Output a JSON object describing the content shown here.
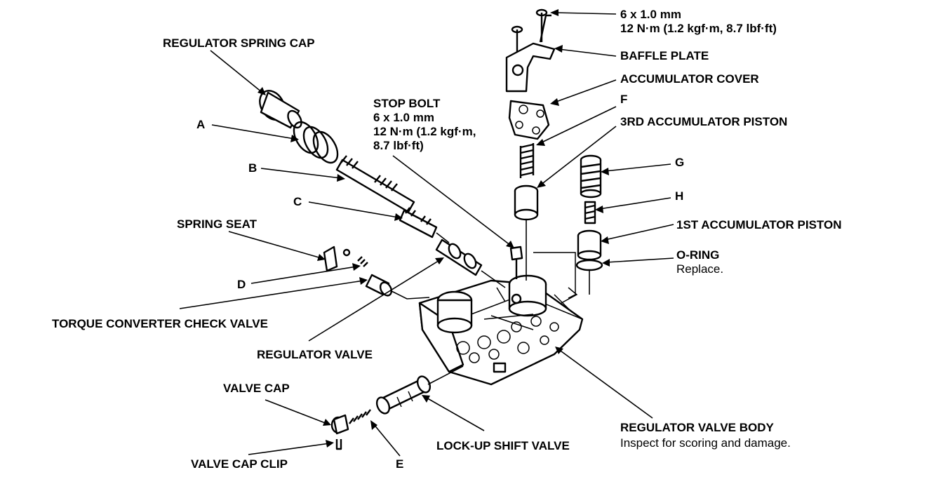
{
  "labels": {
    "bolt_spec_top_size": "6 x 1.0 mm",
    "bolt_spec_top_torque": "12 N·m (1.2 kgf·m, 8.7 lbf·ft)",
    "baffle_plate": "BAFFLE PLATE",
    "accumulator_cover": "ACCUMULATOR COVER",
    "f": "F",
    "third_accumulator_piston": "3RD ACCUMULATOR PISTON",
    "g": "G",
    "h": "H",
    "first_accumulator_piston": "1ST ACCUMULATOR PISTON",
    "o_ring": "O-RING",
    "o_ring_note": "Replace.",
    "regulator_spring_cap": "REGULATOR SPRING CAP",
    "a": "A",
    "b": "B",
    "c": "C",
    "stop_bolt": "STOP BOLT",
    "stop_bolt_size": "6 x 1.0 mm",
    "stop_bolt_torque_1": "12 N·m (1.2 kgf·m,",
    "stop_bolt_torque_2": "8.7 lbf·ft)",
    "spring_seat": "SPRING SEAT",
    "d": "D",
    "torque_converter_check_valve": "TORQUE CONVERTER CHECK VALVE",
    "regulator_valve": "REGULATOR VALVE",
    "valve_cap": "VALVE CAP",
    "regulator_valve_body": "REGULATOR VALVE BODY",
    "regulator_valve_body_note": "Inspect for scoring and damage.",
    "lock_up_shift_valve": "LOCK-UP SHIFT VALVE",
    "valve_cap_clip": "VALVE CAP CLIP",
    "e": "E"
  }
}
